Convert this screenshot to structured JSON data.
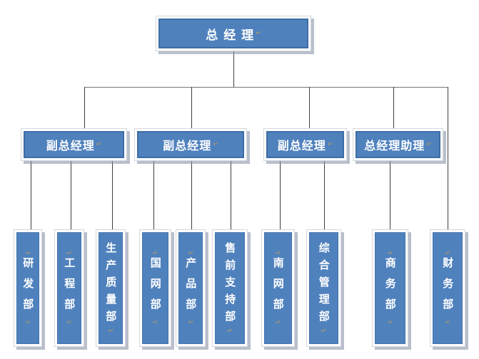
{
  "icons": {
    "soft_return": "↵"
  },
  "colors": {
    "box_fill": "#4F81BD",
    "box_border": "#3E6DA5",
    "frame": "#FFFFFF",
    "shadow": "#8B96AA",
    "connector": "#3F3F3F",
    "text": "#FFFFFF",
    "return_mark": "#B79A62"
  },
  "org": {
    "root": {
      "label": "总 经 理"
    },
    "managers": [
      {
        "label": "副总经理"
      },
      {
        "label": "副总经理"
      },
      {
        "label": "副总经理"
      },
      {
        "label": "总经理助理"
      }
    ],
    "departments": [
      {
        "label": "研发部"
      },
      {
        "label": "工程部"
      },
      {
        "label": "生产质量部"
      },
      {
        "label": "国网部"
      },
      {
        "label": "产品部"
      },
      {
        "label": "售前支持部"
      },
      {
        "label": "南网部"
      },
      {
        "label": "综合管理部"
      },
      {
        "label": "商务部"
      },
      {
        "label": "财务部"
      }
    ]
  }
}
